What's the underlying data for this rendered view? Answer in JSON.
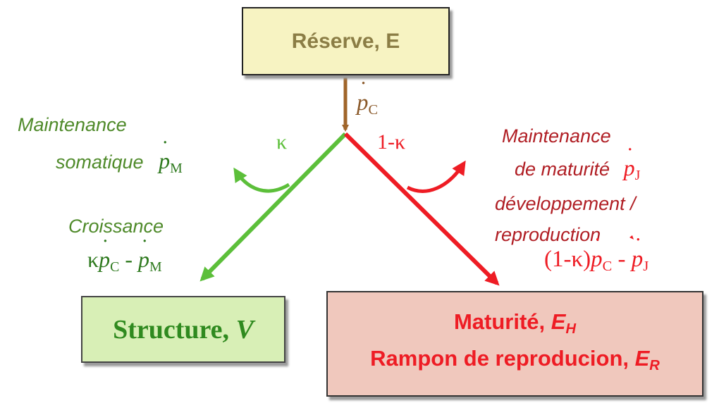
{
  "reserve": {
    "label": "Réserve, E"
  },
  "flux_c": {
    "symbol": "p",
    "subscript": "C"
  },
  "kappa": "κ",
  "one_minus_kappa": "1-κ",
  "maintenance_somatique": {
    "line1": "Maintenance",
    "line2": "somatique",
    "symbol": "p",
    "subscript": "M"
  },
  "croissance": {
    "label": "Croissance",
    "prefix": "κ",
    "symbol_a": "p",
    "sub_a": "C",
    "op": " - ",
    "symbol_b": "p",
    "sub_b": "M"
  },
  "maintenance_maturite": {
    "line1": "Maintenance",
    "line2": "de maturité",
    "symbol": "p",
    "subscript": "J"
  },
  "developpement": {
    "line1": "développement /",
    "line2": "reproduction"
  },
  "flux_reproduction": {
    "prefix": "(1-κ)",
    "symbol_a": "p",
    "sub_a": "C",
    "op": " - ",
    "symbol_b": "p",
    "sub_b": "J"
  },
  "structure": {
    "label": "Structure, ",
    "var": "V"
  },
  "maturite": {
    "line1": "Maturité, ",
    "var1": "E",
    "sub1": "H",
    "line2": "Rampon de reproducion, ",
    "var2": "E",
    "sub2": "R"
  },
  "colors": {
    "brown": "#a0652a",
    "green": "#5cbf3a",
    "red": "#ee1c24"
  }
}
